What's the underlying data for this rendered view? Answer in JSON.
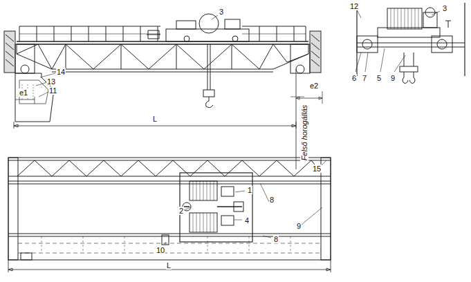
{
  "diagram": {
    "labels": [
      "3",
      "14",
      "13",
      "11",
      "e1",
      "e2",
      "L",
      "Felső horogállás",
      "12",
      "3",
      "6",
      "7",
      "5",
      "9",
      "15",
      "1",
      "8",
      "2",
      "4",
      "9",
      "10",
      "8",
      "L"
    ]
  }
}
